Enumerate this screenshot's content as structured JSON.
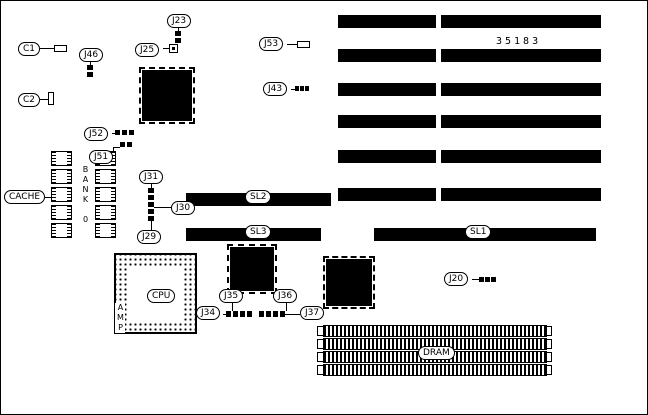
{
  "diagram": {
    "part_number": "35183",
    "labels": {
      "c1": "C1",
      "c2": "C2",
      "j46": "J46",
      "j23": "J23",
      "j25": "J25",
      "j53": "J53",
      "j43": "J43",
      "j52": "J52",
      "j51": "J51",
      "cache": "CACHE",
      "bank0": "BANK 0",
      "j31": "J31",
      "j30": "J30",
      "j29": "J29",
      "sl2": "SL2",
      "sl3": "SL3",
      "sl1": "SL1",
      "cpu": "CPU",
      "amp": "AMP",
      "j35": "J35",
      "j36": "J36",
      "j34": "J34",
      "j37": "J37",
      "j20": "J20",
      "dram": "DRAM"
    }
  }
}
